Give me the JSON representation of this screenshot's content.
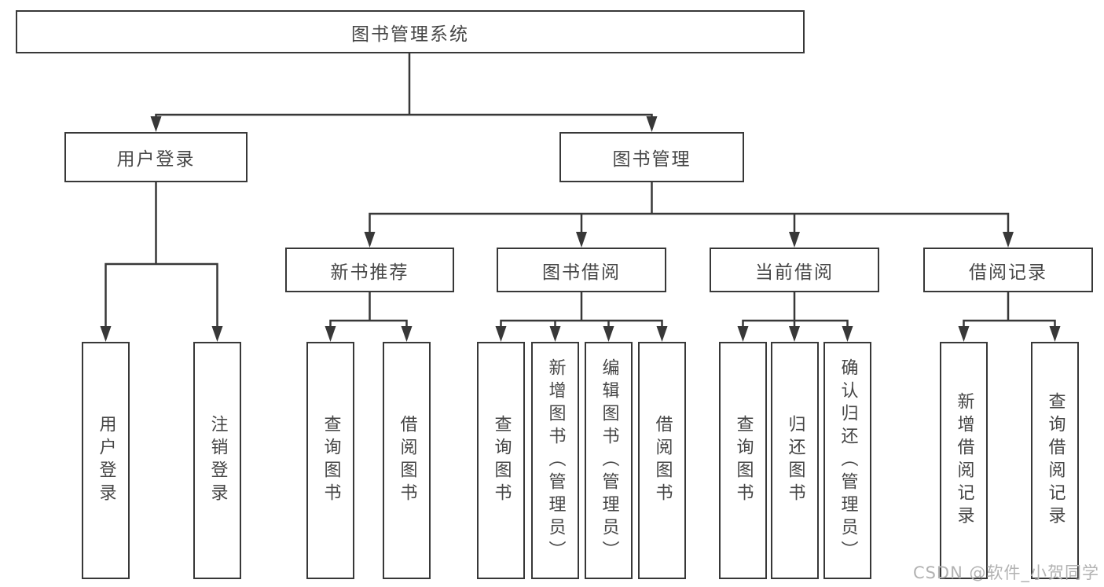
{
  "tree": {
    "root": {
      "label": "图书管理系统"
    },
    "children": [
      {
        "label": "用户登录",
        "children": [
          {
            "label": "用户登录"
          },
          {
            "label": "注销登录"
          }
        ]
      },
      {
        "label": "图书管理",
        "children": [
          {
            "label": "新书推荐",
            "children": [
              {
                "label": "查询图书"
              },
              {
                "label": "借阅图书"
              }
            ]
          },
          {
            "label": "图书借阅",
            "children": [
              {
                "label": "查询图书"
              },
              {
                "label": "新增图书（管理员）"
              },
              {
                "label": "编辑图书（管理员）"
              },
              {
                "label": "借阅图书"
              }
            ]
          },
          {
            "label": "当前借阅",
            "children": [
              {
                "label": "查询图书"
              },
              {
                "label": "归还图书"
              },
              {
                "label": "确认归还（管理员）"
              }
            ]
          },
          {
            "label": "借阅记录",
            "children": [
              {
                "label": "新增借阅记录"
              },
              {
                "label": "查询借阅记录"
              }
            ]
          }
        ]
      }
    ]
  },
  "watermark": {
    "text": "CSDN @软件_小贺同学"
  },
  "colors": {
    "line": "#383838",
    "box_border": "#383838",
    "text": "#464646",
    "watermark": "#b2b2b2",
    "background": "#ffffff"
  }
}
